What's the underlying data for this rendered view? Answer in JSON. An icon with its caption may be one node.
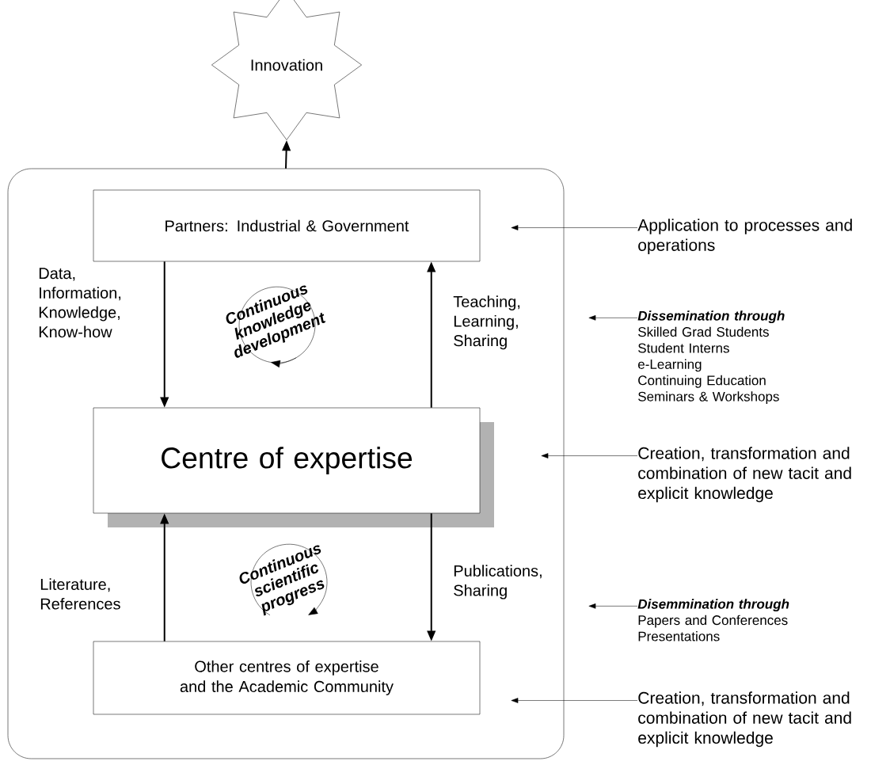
{
  "diagram": {
    "nodes": [
      {
        "text": [
          "Innovation"
        ]
      },
      {
        "text": [],
        "shape": "box"
      },
      {
        "text": [
          "Partners: Industrial & Government"
        ],
        "in": 1
      },
      {
        "text": [
          "Centre of expertise"
        ],
        "in": 1
      },
      {
        "text": [
          "Other centres of expertise and the Academic Community"
        ],
        "in": 1
      },
      {
        "text": [
          "Application to processes and operations"
        ]
      },
      {
        "text": [
          "Dissemination through",
          "Skilled Grad Students",
          "Student Interns",
          "e-Learning",
          "Continuing Education",
          "Seminars & Workshops"
        ]
      },
      {
        "text": [
          "Creation, transformation and combination of new tacit and explicit knowledge"
        ]
      },
      {
        "text": [
          "Disemmination through",
          "Papers and Conferences",
          "Presentations"
        ]
      },
      {
        "text": [
          "Creation, transformation and combination of new tacit and explicit knowledge"
        ]
      }
    ],
    "edges": [
      {
        "from": 1,
        "to": 0,
        "arrow": "to"
      },
      {
        "from": 2,
        "to": 3,
        "arrow": "to",
        "label": "Data, Information, Knowledge, Know-how"
      },
      {
        "from": 3,
        "to": 2,
        "arrow": "to",
        "label": "Teaching, Learning, Sharing"
      },
      {
        "from": 4,
        "to": 3,
        "arrow": "to",
        "label": "Literature, References"
      },
      {
        "from": 3,
        "to": 4,
        "arrow": "to",
        "label": "Publications, Sharing"
      },
      {
        "from": 5,
        "to": null,
        "arrow": "to"
      },
      {
        "from": 6,
        "to": null,
        "arrow": "to"
      },
      {
        "from": 7,
        "to": null,
        "arrow": "to"
      },
      {
        "from": 8,
        "to": null,
        "arrow": "to"
      },
      {
        "from": 9,
        "to": null,
        "arrow": "to"
      }
    ],
    "labels": [
      "Continuous knowledge development",
      "Continuous scientific progress"
    ]
  }
}
